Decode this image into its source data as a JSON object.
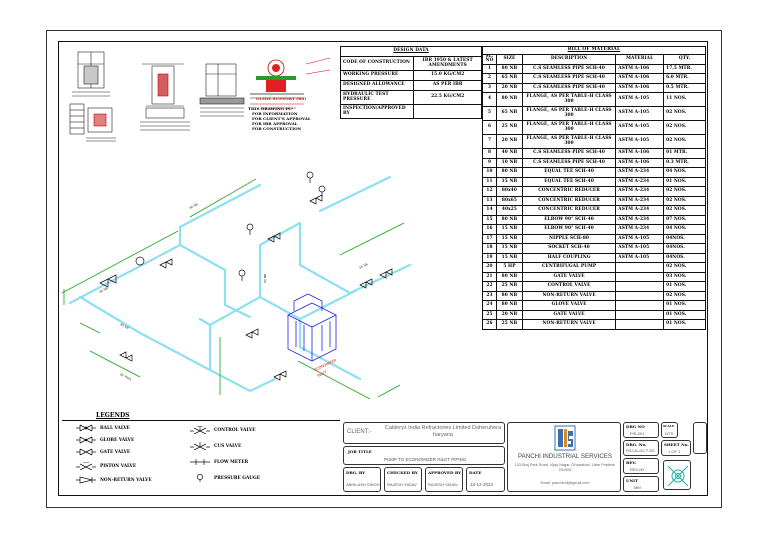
{
  "design_data": {
    "title": "DESIGN DATA",
    "rows": [
      [
        "CODE OF CONSTRUCTION",
        "IBR 1950 & LATEST AMENDMENTS"
      ],
      [
        "WORKING PRESSURE",
        "15.0 KG/CM2"
      ],
      [
        "DESIGNED ALLOWANCE",
        "AS PER IBR"
      ],
      [
        "HYDRAULIC TEST PRESSURE",
        "22.5 KG/CM2"
      ],
      [
        "INSPECTION/APPROVED BY",
        ""
      ]
    ]
  },
  "bom": {
    "title": "BILL OF MATERIAL",
    "headers": [
      "SL. NO",
      "SIZE",
      "DESCRIPTION",
      "MATERIAL",
      "QTY."
    ],
    "rows": [
      [
        "1",
        "80 NB",
        "C.S SEAMLESS PIPE SCH-40",
        "ASTM A-106",
        "17.5 MTR."
      ],
      [
        "2",
        "65 NB",
        "C.S SEAMLESS PIPE SCH-40",
        "ASTM A-106",
        "6.0 MTR."
      ],
      [
        "3",
        "20 NB",
        "C.S SEAMLESS PIPE SCH-40",
        "ASTM A-106",
        "0.5 MTR."
      ],
      [
        "4",
        "80 NB",
        "FLANGE, AS PER TABLE-H CLASS 300",
        "ASTM A-105",
        "11 NOS."
      ],
      [
        "5",
        "65 NB",
        "FLANGE, AS PER TABLE-H CLASS 300",
        "ASTM A-105",
        "02 NOS."
      ],
      [
        "6",
        "25 NB",
        "FLANGE, AS PER TABLE-H CLASS 300",
        "ASTM A-105",
        "02 NOS."
      ],
      [
        "7",
        "20 NB",
        "FLANGE, AS PER TABLE-H CLASS 300",
        "ASTM A-105",
        "02 NOS."
      ],
      [
        "8",
        "40 NB",
        "C.S SEAMLESS PIPE SCH-40",
        "ASTM A-106",
        "01 MTR."
      ],
      [
        "9",
        "10 NB",
        "C.S SEAMLESS PIPE SCH-40",
        "ASTM A-106",
        "0.3 MTR."
      ],
      [
        "10",
        "80 NB",
        "EQUAL TEE SCH-40",
        "ASTM A-234",
        "04 NOS."
      ],
      [
        "11",
        "15 NB",
        "EQUAL TEE SCH-40",
        "ASTM A-234",
        "01 NOS."
      ],
      [
        "12",
        "80x40",
        "CONCENTRIC REDUCER",
        "ASTM A-234",
        "02 NOS."
      ],
      [
        "13",
        "80x65",
        "CONCENTRIC REDUCER",
        "ASTM A-234",
        "02 NOS."
      ],
      [
        "14",
        "40x25",
        "CONCENTRIC REDUCER",
        "ASTM A-234",
        "02 NOS."
      ],
      [
        "15",
        "80 NB",
        "ELBOW 90° SCH-40",
        "ASTM A-234",
        "07 NOS."
      ],
      [
        "16",
        "15 NB",
        "ELBOW 90° SCH-40",
        "ASTM A-234",
        "04 NOS."
      ],
      [
        "17",
        "15 NB",
        "NIPPLE SCH-80",
        "ASTM A-105",
        "04NOS."
      ],
      [
        "18",
        "15 NB",
        "SOCKET SCH-40",
        "ASTM A-105",
        "04NOS."
      ],
      [
        "19",
        "15 NB",
        "HALF COUPLING",
        "ASTM A-105",
        "04NOS."
      ],
      [
        "20",
        "5 HP",
        "CENTRIFUGAL PUMP",
        "",
        "02 NOS."
      ],
      [
        "21",
        "80 NB",
        "GATE VALVE",
        "",
        "03 NOS."
      ],
      [
        "22",
        "25 NB",
        "CONTROL VALVE",
        "",
        "01 NOS."
      ],
      [
        "23",
        "80 NB",
        "NON-RETURN VALVE",
        "",
        "02 NOS."
      ],
      [
        "24",
        "80 NB",
        "GLOVE VALVE",
        "",
        "01 NOS."
      ],
      [
        "25",
        "20 NB",
        "GATE VALVE",
        "",
        "01 NOS."
      ],
      [
        "26",
        "25 NB",
        "NON-RETURN VALVE",
        "",
        "01 NOS."
      ]
    ]
  },
  "support": {
    "title": "GUIDE SUPPORT (RS)",
    "notes_title": "THIS DRAWING IS:-",
    "notes": [
      "FOR INFORMATION",
      "FOR CLIENT'S APPROVAL",
      "FOR IBR APPROVAL",
      "FOR CONSTRUCTION"
    ]
  },
  "legend": {
    "title": "LEGENDS",
    "items": [
      "BALL VALVE",
      "GLOBE VALVE",
      "GATE VALVE",
      "PISTON VALVE",
      "NON-RETURN VALVE",
      "CONTROL VALVE",
      "CUS VALVE",
      "FLOW METER",
      "PRESSURE GAUGE"
    ]
  },
  "title_block": {
    "client_label": "CLIENT:-",
    "client_name": "Calderys India Refractories Limited Daheruhera haryana",
    "job_label": "JOB TITLE",
    "job_title": "PUMP TO ECONOMIZER INLET PIPING",
    "roles": [
      "DRG. BY",
      "CHECKED BY",
      "APPROVED BY",
      "DATE"
    ],
    "names": [
      "ABHILASH SINGH",
      "RAJESH YADAV",
      "RAJESH YADAV",
      "13-12-2022"
    ],
    "company": "PANCHI INDUSTRIAL SERVICES",
    "address": "133 Burj Park Road, Vijay Nagar, Ghaziabad, Uttar Pradesh 201009",
    "email": "Email: panchindl@gmail.com",
    "logo_text": "PIS",
    "fields": [
      {
        "label": "DRG NO",
        "value": "PIS-001"
      },
      {
        "label": "SCALE",
        "value": "NTS"
      },
      {
        "label": "DRG. No.",
        "value": "PIS-CAL-001-P-001"
      },
      {
        "label": "SHEET No.",
        "value": "1 OF 1"
      },
      {
        "label": "REV.",
        "value": "REV-00"
      },
      {
        "label": "UNIT",
        "value": "MM"
      }
    ]
  },
  "colors": {
    "pipe": "#8ee0f0",
    "green_line": "#1ca31c",
    "equipment": "#2424e0",
    "red_note": "#d01010",
    "support_fill": "#e02020",
    "drawing_ink": "#111111"
  }
}
